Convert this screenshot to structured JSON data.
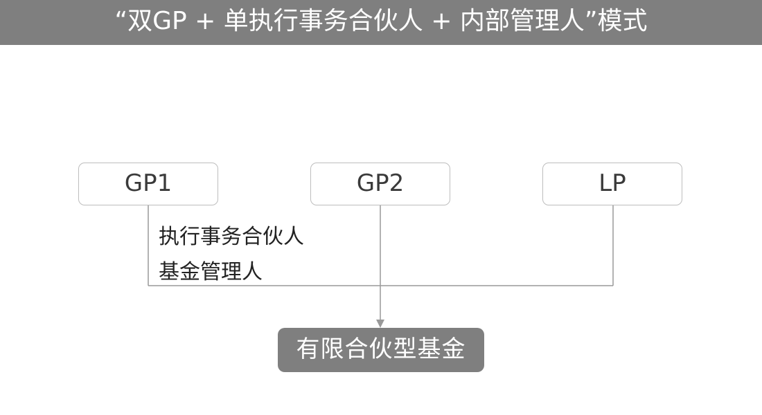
{
  "header": {
    "title": "“双GP + 单执行事务合伙人 + 内部管理人”模式"
  },
  "nodes": {
    "gp1": "GP1",
    "gp2": "GP2",
    "lp": "LP"
  },
  "roles": {
    "executive_partner": "执行事务合伙人",
    "fund_manager": "基金管理人"
  },
  "fund": {
    "label": "有限合伙型基金"
  },
  "colors": {
    "header_bg": "#7f7f7f",
    "fund_bg": "#7f7f7f",
    "node_border": "#bdbdbd",
    "line": "#999999"
  }
}
